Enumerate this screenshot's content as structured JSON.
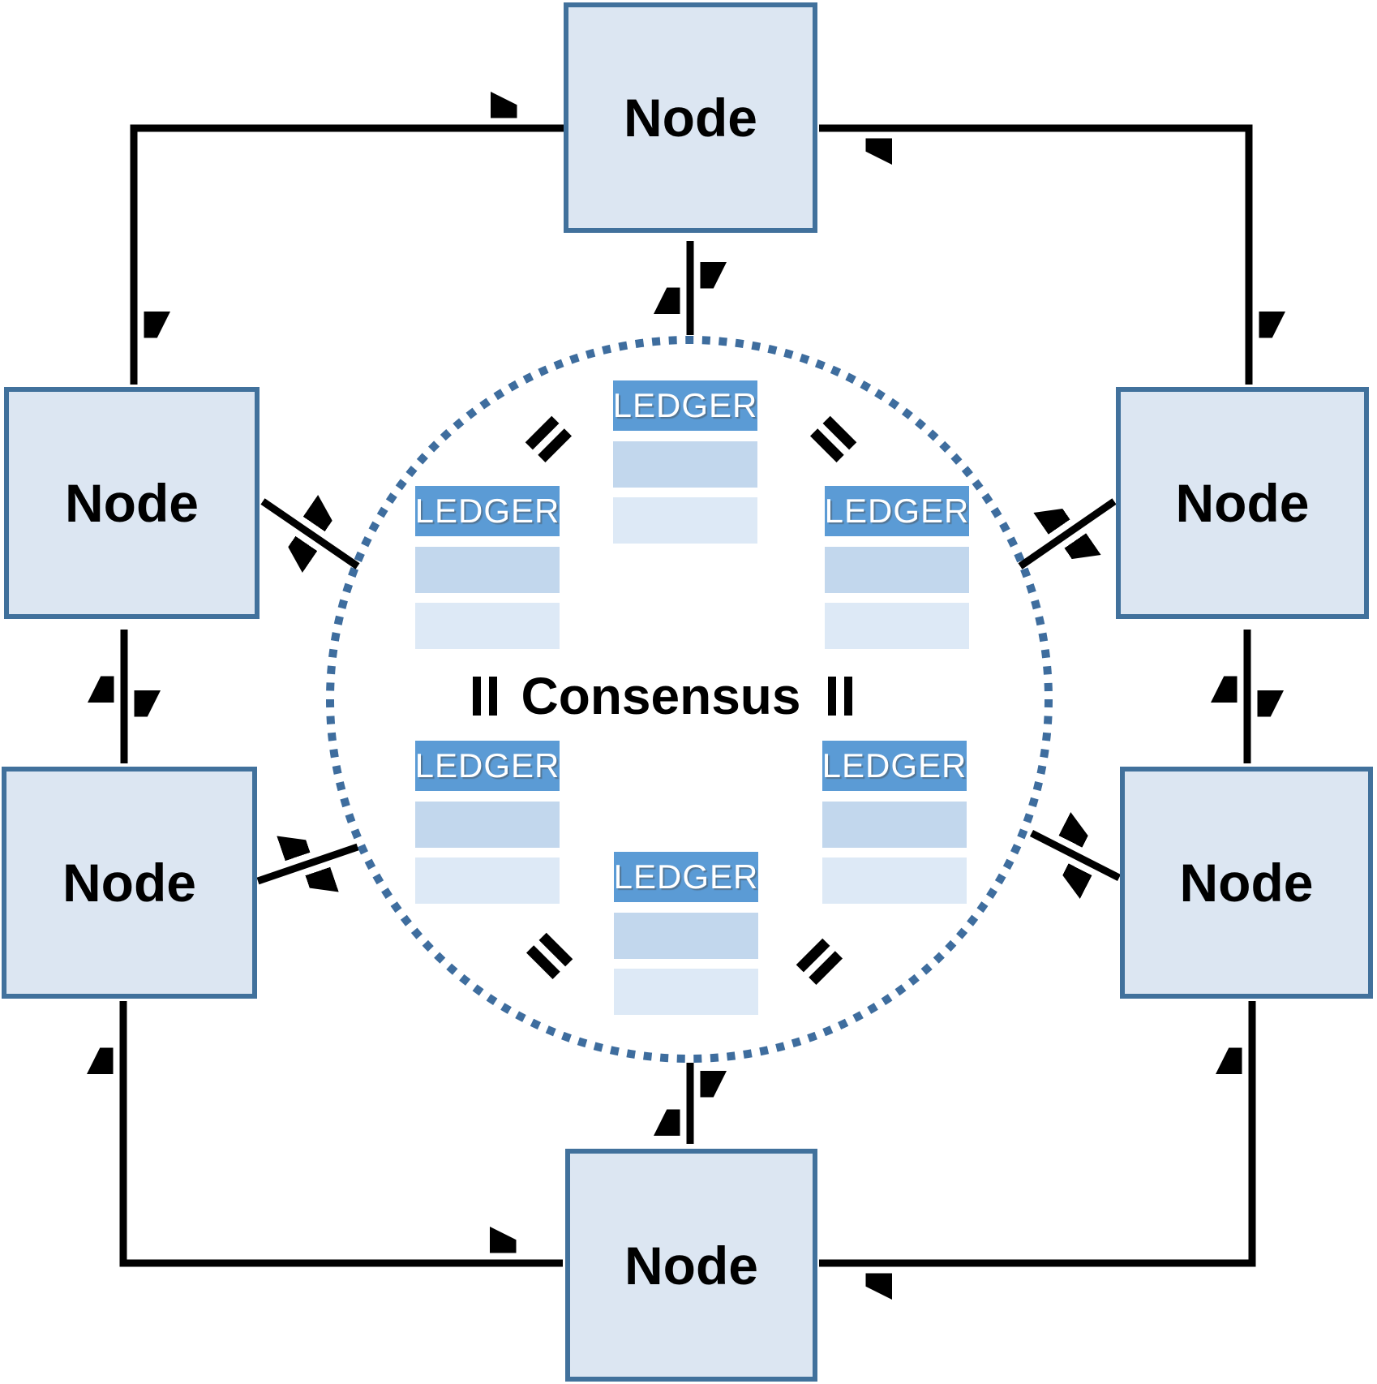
{
  "diagram": {
    "type": "blockchain-consensus-network",
    "consensus_label": "Consensus",
    "nodes": [
      {
        "id": "top",
        "label": "Node"
      },
      {
        "id": "upper-left",
        "label": "Node"
      },
      {
        "id": "lower-left",
        "label": "Node"
      },
      {
        "id": "upper-right",
        "label": "Node"
      },
      {
        "id": "lower-right",
        "label": "Node"
      },
      {
        "id": "bottom",
        "label": "Node"
      }
    ],
    "ledgers": [
      {
        "id": "top",
        "label": "LEDGER",
        "blank_rows": 2
      },
      {
        "id": "mid-left",
        "label": "LEDGER",
        "blank_rows": 2
      },
      {
        "id": "mid-right",
        "label": "LEDGER",
        "blank_rows": 2
      },
      {
        "id": "lower-left",
        "label": "LEDGER",
        "blank_rows": 2
      },
      {
        "id": "lower-right",
        "label": "LEDGER",
        "blank_rows": 2
      },
      {
        "id": "bottom",
        "label": "LEDGER",
        "blank_rows": 2
      }
    ],
    "icons": {
      "equals": "rotated-equals-sign",
      "equals_count": 6,
      "arrows": "double-headed-black-arrows",
      "circle": "dotted-consensus-circle"
    },
    "colors": {
      "node_fill": "#dce6f2",
      "node_border": "#41719c",
      "ledger_header": "#5b9bd5",
      "ledger_row_1": "#c2d7ed",
      "ledger_row_2": "#dde9f6",
      "circle_dots": "#3e6d9e",
      "arrow": "#000000",
      "ledger_text": "#ffffff",
      "label_text": "#000000"
    }
  }
}
